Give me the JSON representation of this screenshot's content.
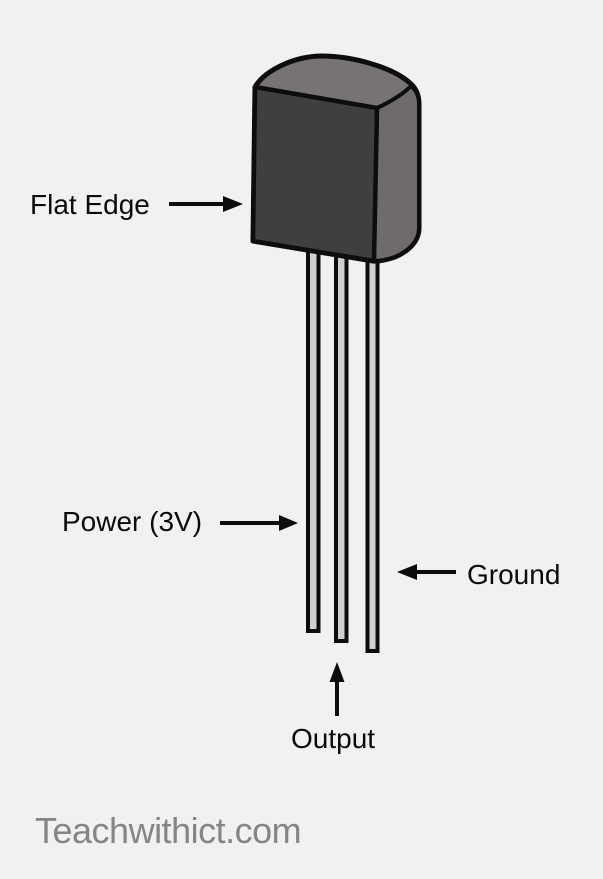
{
  "figure": {
    "labels": {
      "flat_edge": "Flat Edge",
      "power": "Power (3V)",
      "ground": "Ground",
      "output": "Output"
    },
    "watermark": "Teachwithict.com",
    "colors": {
      "background": "#f1f1ef",
      "outline": "#0d0d0d",
      "body_top": "#767372",
      "body_front": "#3f3f3f",
      "body_side": "#6e6b6a",
      "leg_fill": "#d2d0cf",
      "label_color": "#0a0a0a",
      "watermark_color": "#858585"
    }
  }
}
